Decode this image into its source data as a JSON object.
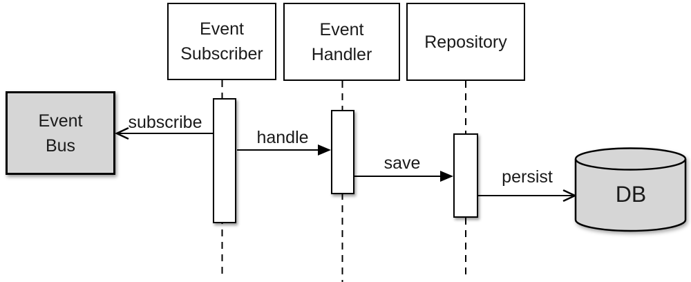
{
  "diagram": {
    "actors": [
      {
        "name": "event-subscriber",
        "label": "Event\nSubscriber"
      },
      {
        "name": "event-handler",
        "label": "Event\nHandler"
      },
      {
        "name": "repository",
        "label": "Repository"
      }
    ],
    "nodes": [
      {
        "name": "event-bus",
        "label": "Event\nBus",
        "shape": "rectangle",
        "fill": "#d6d6d6"
      },
      {
        "name": "db",
        "label": "DB",
        "shape": "cylinder",
        "fill": "#d6d6d6"
      }
    ],
    "messages": [
      {
        "label": "subscribe",
        "from": "Event Subscriber",
        "to": "Event Bus",
        "direction": "left",
        "arrowhead": "open"
      },
      {
        "label": "handle",
        "from": "Event Subscriber",
        "to": "Event Handler",
        "direction": "right",
        "arrowhead": "filled"
      },
      {
        "label": "save",
        "from": "Event Handler",
        "to": "Repository",
        "direction": "right",
        "arrowhead": "filled"
      },
      {
        "label": "persist",
        "from": "Repository",
        "to": "DB",
        "direction": "right",
        "arrowhead": "open"
      }
    ],
    "colors": {
      "background": "#ffffff",
      "stroke": "#000000",
      "text": "#1a1a1a",
      "gray_fill": "#d6d6d6",
      "white_fill": "#ffffff"
    }
  }
}
